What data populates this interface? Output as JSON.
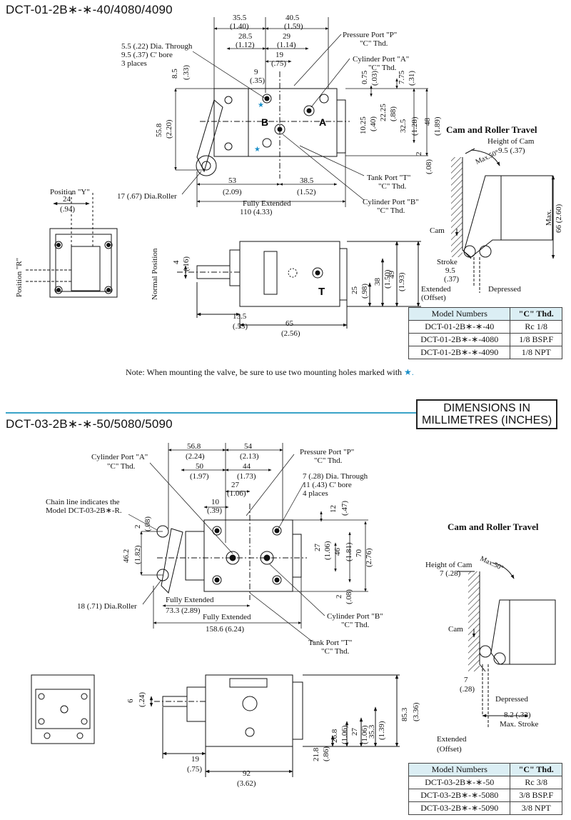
{
  "section1": {
    "title": "DCT-01-2B∗-∗-40/4080/4090",
    "cam_title": "Cam and Roller Travel",
    "labels": {
      "hole": "5.5 (.22) Dia. Through",
      "cbore": "9.5 (.37) C' bore",
      "places": "3 places",
      "pressure_port": "Pressure Port \"P\"",
      "c_thd": "\"C\" Thd.",
      "cyl_a": "Cylinder Port \"A\"",
      "tank_t": "Tank Port \"T\"",
      "cyl_b": "Cylinder Port \"B\"",
      "roller": "17 (.67) Dia.Roller",
      "fully_extended": "Fully Extended",
      "pos_y": "Position \"Y\"",
      "pos_r": "Position \"R\"",
      "normal_pos": "Normal Position",
      "letter_b": "B",
      "letter_a": "A",
      "letter_t": "T",
      "height_cam": "Height of Cam",
      "max50": "Max.50°",
      "cam": "Cam",
      "stroke": "Stroke",
      "extended": "Extended",
      "offset": "(Offset)",
      "depressed": "Depressed",
      "max_label": "Max."
    },
    "dims": {
      "d355": "35.5",
      "d140": "(1.40)",
      "d405": "40.5",
      "d159": "(1.59)",
      "d285": "28.5",
      "d112": "(1.12)",
      "d29": "29",
      "d114": "(1.14)",
      "d19": "19",
      "d075": "(.75)",
      "d9": "9",
      "d035": "(.35)",
      "d85": "8.5",
      "d033": "(.33)",
      "d558": "55.8",
      "d220": "(2.20)",
      "d075b": "0.75",
      "d003": "(.03)",
      "d775": "7.75",
      "d031": "(.31)",
      "d1025": "10.25",
      "d040": "(.40)",
      "d2225": "22.25",
      "d088": "(.88)",
      "d325": "32.5",
      "d128": "(1.28)",
      "d48": "48",
      "d189": "(1.89)",
      "d2": "2",
      "d008": "(.08)",
      "d53": "53",
      "d209": "(2.09)",
      "d385": "38.5",
      "d152": "(1.52)",
      "d110": "110 (4.33)",
      "d24": "24",
      "d094": "(.94)",
      "d4": "4",
      "d016": "(.16)",
      "d135": "13.5",
      "d053": "(.53)",
      "d65": "65",
      "d256": "(2.56)",
      "d25": "25",
      "d098": "(.98)",
      "d38": "38",
      "d150": "(1.50)",
      "d49": "49",
      "d193": "(1.93)",
      "d95": "9.5 (.37)",
      "d95s": "9.5",
      "d037": "(.37)",
      "d66": "66 (2.60)"
    },
    "table": {
      "headers": [
        "Model Numbers",
        "\"C\" Thd."
      ],
      "rows": [
        [
          "DCT-01-2B∗-∗-40",
          "Rc 1/8"
        ],
        [
          "DCT-01-2B∗-∗-4080",
          "1/8 BSP.F"
        ],
        [
          "DCT-01-2B∗-∗-4090",
          "1/8 NPT"
        ]
      ]
    },
    "note_text": "Note:  When mounting the valve, be sure to use two mounting holes marked with",
    "note_star": "★."
  },
  "dim_box": {
    "line1": "DIMENSIONS IN",
    "line2": "MILLIMETRES (INCHES)"
  },
  "section2": {
    "title": "DCT-03-2B∗-∗-50/5080/5090",
    "cam_title": "Cam and Roller Travel",
    "labels": {
      "cyl_a": "Cylinder Port \"A\"",
      "c_thd": "\"C\" Thd.",
      "pressure_port": "Pressure Port \"P\"",
      "hole": "7 (.28) Dia. Through",
      "cbore": "11 (.43) C' bore",
      "places": "4 places",
      "chain1": "Chain line indicates the",
      "chain2": "Model DCT-03-2B∗-R.",
      "roller": "18 (.71) Dia.Roller",
      "fully_extended": "Fully Extended",
      "cyl_b": "Cylinder Port \"B\"",
      "tank_t": "Tank Port \"T\"",
      "height_cam": "Height of Cam",
      "max50": "Max.50°",
      "cam": "Cam",
      "depressed": "Depressed",
      "max_stroke": "Max. Stroke",
      "extended": "Extended",
      "offset": "(Offset)"
    },
    "dims": {
      "d568": "56.8",
      "d224": "(2.24)",
      "d54": "54",
      "d213": "(2.13)",
      "d50": "50",
      "d197": "(1.97)",
      "d44": "44",
      "d173": "(1.73)",
      "d27": "27",
      "d106": "(1.06)",
      "d10": "10",
      "d039": "(.39)",
      "d12": "12",
      "d047": "(.47)",
      "d2": "2",
      "d008": "(.08)",
      "d462": "46.2",
      "d182": "(1.82)",
      "d27b": "27",
      "d106b": "(1.06)",
      "d46": "46",
      "d181": "(1.81)",
      "d70": "70",
      "d276": "(2.76)",
      "d733": "73.3 (2.89)",
      "d1586": "158.6 (6.24)",
      "d6": "6",
      "d024": "(.24)",
      "d19": "19",
      "d075": "(.75)",
      "d92": "92",
      "d362": "(3.62)",
      "d218": "21.8",
      "d086": "(.86)",
      "d268": "26.8",
      "d106c": "(1.06)",
      "d27c": "27",
      "d106d": "(1.06)",
      "d353": "35.3",
      "d139": "(1.39)",
      "d853": "85.3",
      "d336": "(3.36)",
      "d7": "7 (.28)",
      "d7s": "7",
      "d028": "(.28)",
      "d82": "8.2 (.32)"
    },
    "table": {
      "headers": [
        "Model Numbers",
        "\"C\" Thd."
      ],
      "rows": [
        [
          "DCT-03-2B∗-∗-50",
          "Rc 3/8"
        ],
        [
          "DCT-03-2B∗-∗-5080",
          "3/8 BSP.F"
        ],
        [
          "DCT-03-2B∗-∗-5090",
          "3/8 NPT"
        ]
      ]
    }
  },
  "colors": {
    "accent": "#3aa3c8",
    "table_header": "#dbeef4",
    "star": "#1a8fc9"
  }
}
